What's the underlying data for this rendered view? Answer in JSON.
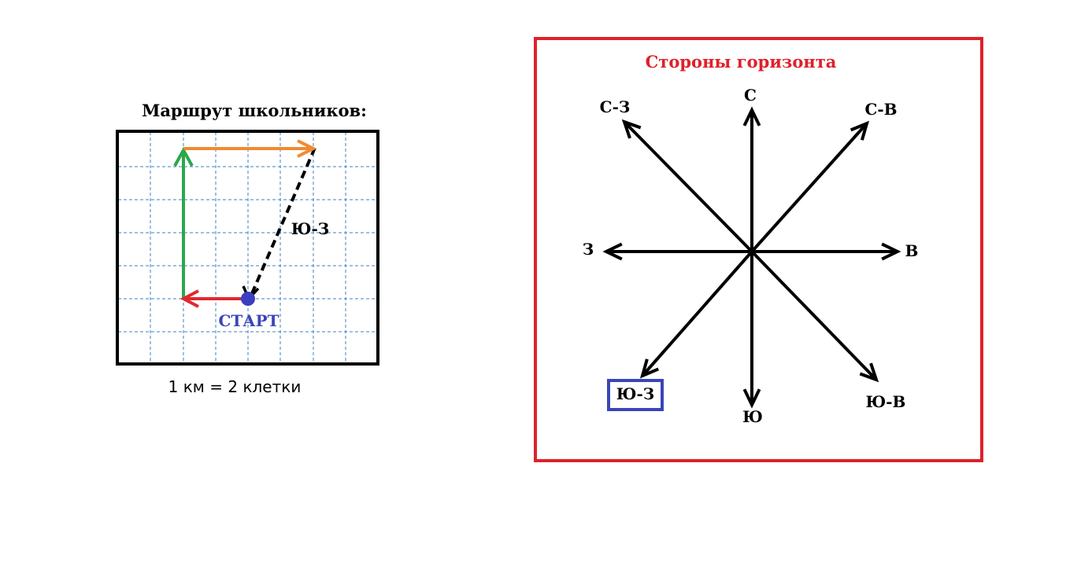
{
  "route": {
    "title": "Маршрут школьников:",
    "start_label": "СТАРТ",
    "segment_label": "Ю-З",
    "scale_note": "1 км = 2 клетки",
    "colors": {
      "start_dot": "#3b3fbf",
      "start_text": "#3a45b8",
      "west_arrow": "#e0292e",
      "north_arrow": "#2aa84a",
      "east_arrow": "#f08a30",
      "return_line": "#000000",
      "grid": "#3b82c4"
    }
  },
  "compass": {
    "title": "Стороны горизонта",
    "directions": {
      "n": "С",
      "ne": "С-В",
      "e": "В",
      "se": "Ю-В",
      "s": "Ю",
      "sw": "Ю-З",
      "w": "З",
      "nw": "С-З"
    },
    "highlighted": "sw",
    "colors": {
      "frame": "#e0202a",
      "title": "#e0202a",
      "highlight_box": "#3a45b8",
      "arrows": "#000000"
    }
  }
}
